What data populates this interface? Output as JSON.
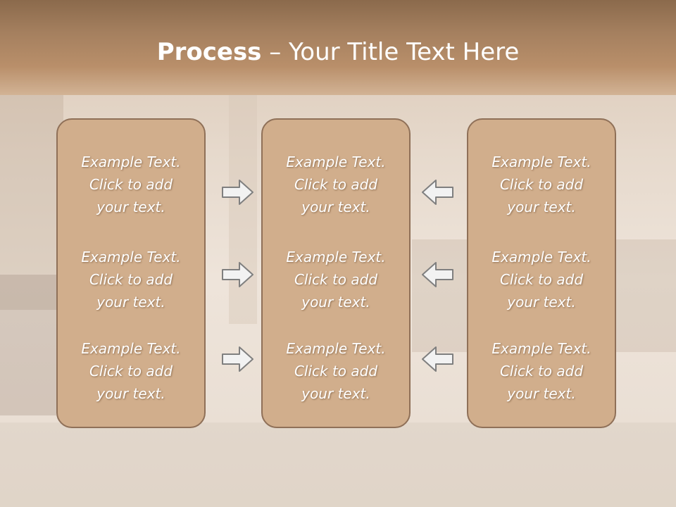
{
  "slide": {
    "title_bold": "Process",
    "title_rest": " – Your Title Text Here",
    "columns": [
      {
        "items": [
          "Example Text.\nClick  to add\nyour text.",
          "Example Text.\nClick  to add\nyour text.",
          "Example Text.\nClick  to add\nyour text."
        ]
      },
      {
        "items": [
          "Example Text.\nClick  to add\nyour text.",
          "Example Text.\nClick  to add\nyour text.",
          "Example Text.\nClick  to add\nyour text."
        ]
      },
      {
        "items": [
          "Example Text.\nClick  to add\nyour text.",
          "Example Text.\nClick  to add\nyour text.",
          "Example Text.\nClick  to add\nyour text."
        ]
      }
    ],
    "arrow_icons": {
      "left_column": "arrow-right-icon",
      "right_column": "arrow-left-icon"
    },
    "colors": {
      "header": "#a5805f",
      "panel_fill": "#d1ae8c",
      "panel_border": "#8f7058",
      "arrow_fill": "#f2f2f2",
      "arrow_stroke": "#7f7f7f"
    }
  }
}
